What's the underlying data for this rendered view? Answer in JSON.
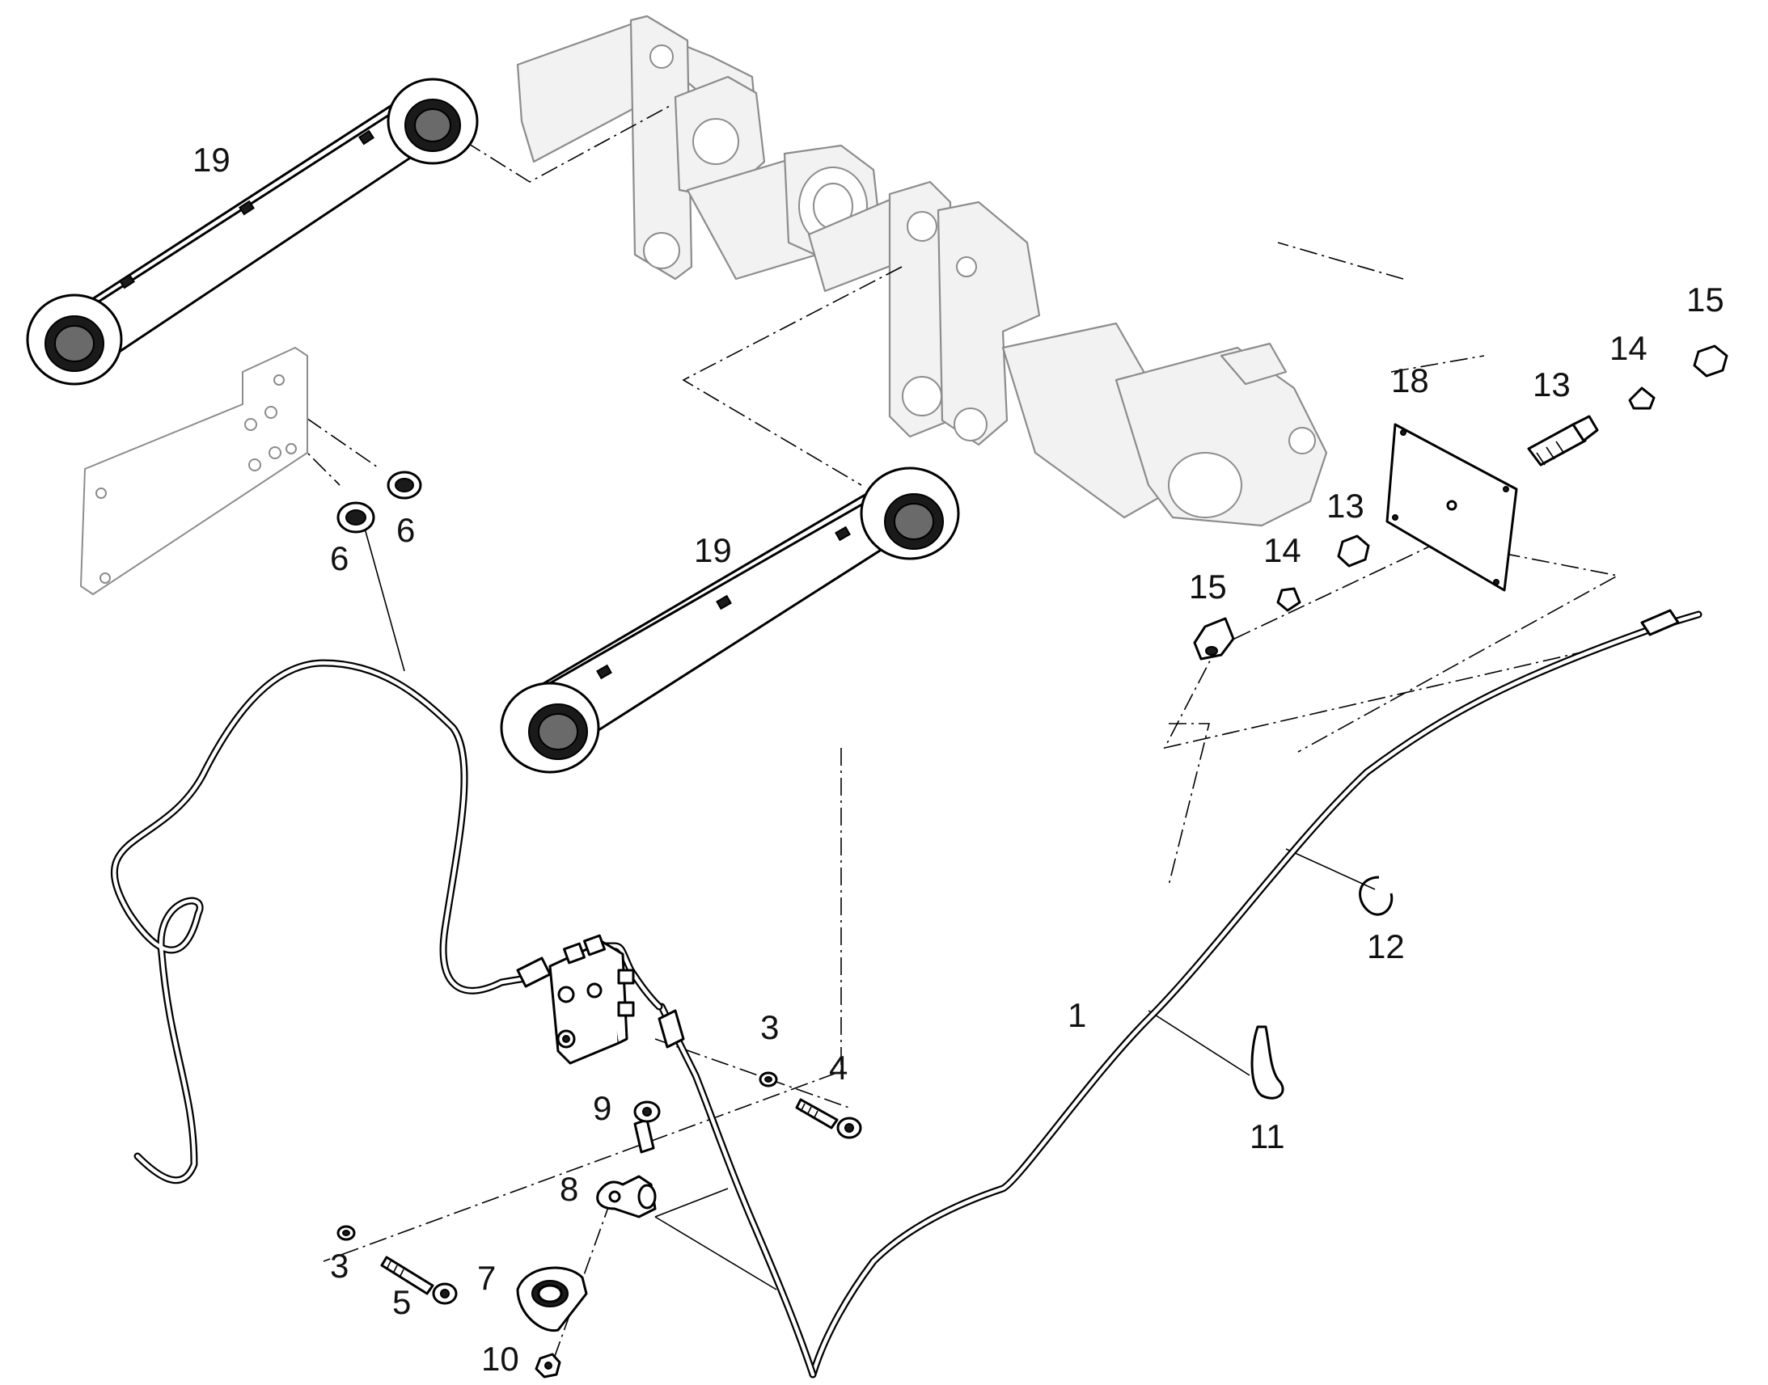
{
  "callouts": {
    "c1": "1",
    "c3a": "3",
    "c3b": "3",
    "c4": "4",
    "c5": "5",
    "c6a": "6",
    "c6b": "6",
    "c7": "7",
    "c8": "8",
    "c9": "9",
    "c10": "10",
    "c11": "11",
    "c12": "12",
    "c13a": "13",
    "c13b": "13",
    "c14a": "14",
    "c14b": "14",
    "c15a": "15",
    "c15b": "15",
    "c18": "18",
    "c19a": "19",
    "c19b": "19"
  },
  "colors": {
    "line": "#000000",
    "background": "#ffffff",
    "ghost_part": "#8c8c8c"
  }
}
